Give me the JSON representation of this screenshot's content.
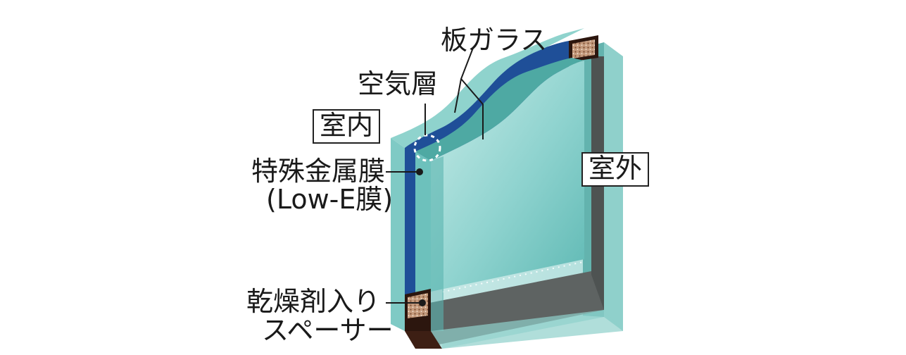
{
  "labels": {
    "glass": "板ガラス",
    "air_layer": "空気層",
    "indoor": "室内",
    "outdoor": "室外",
    "lowe_line1": "特殊金属膜",
    "lowe_line2": "(Low-E膜)",
    "spacer_line1": "乾燥剤入り",
    "spacer_line2": "スペーサー"
  },
  "colors": {
    "glass_light": "#a8ddd8",
    "glass_mid": "#6cc3bf",
    "glass_dark": "#3f8f8b",
    "lowe_blue": "#1f4f98",
    "spacer_dark": "#3d1f14",
    "frame_gray": "#5e6362",
    "desiccant": "#b98a6b"
  }
}
